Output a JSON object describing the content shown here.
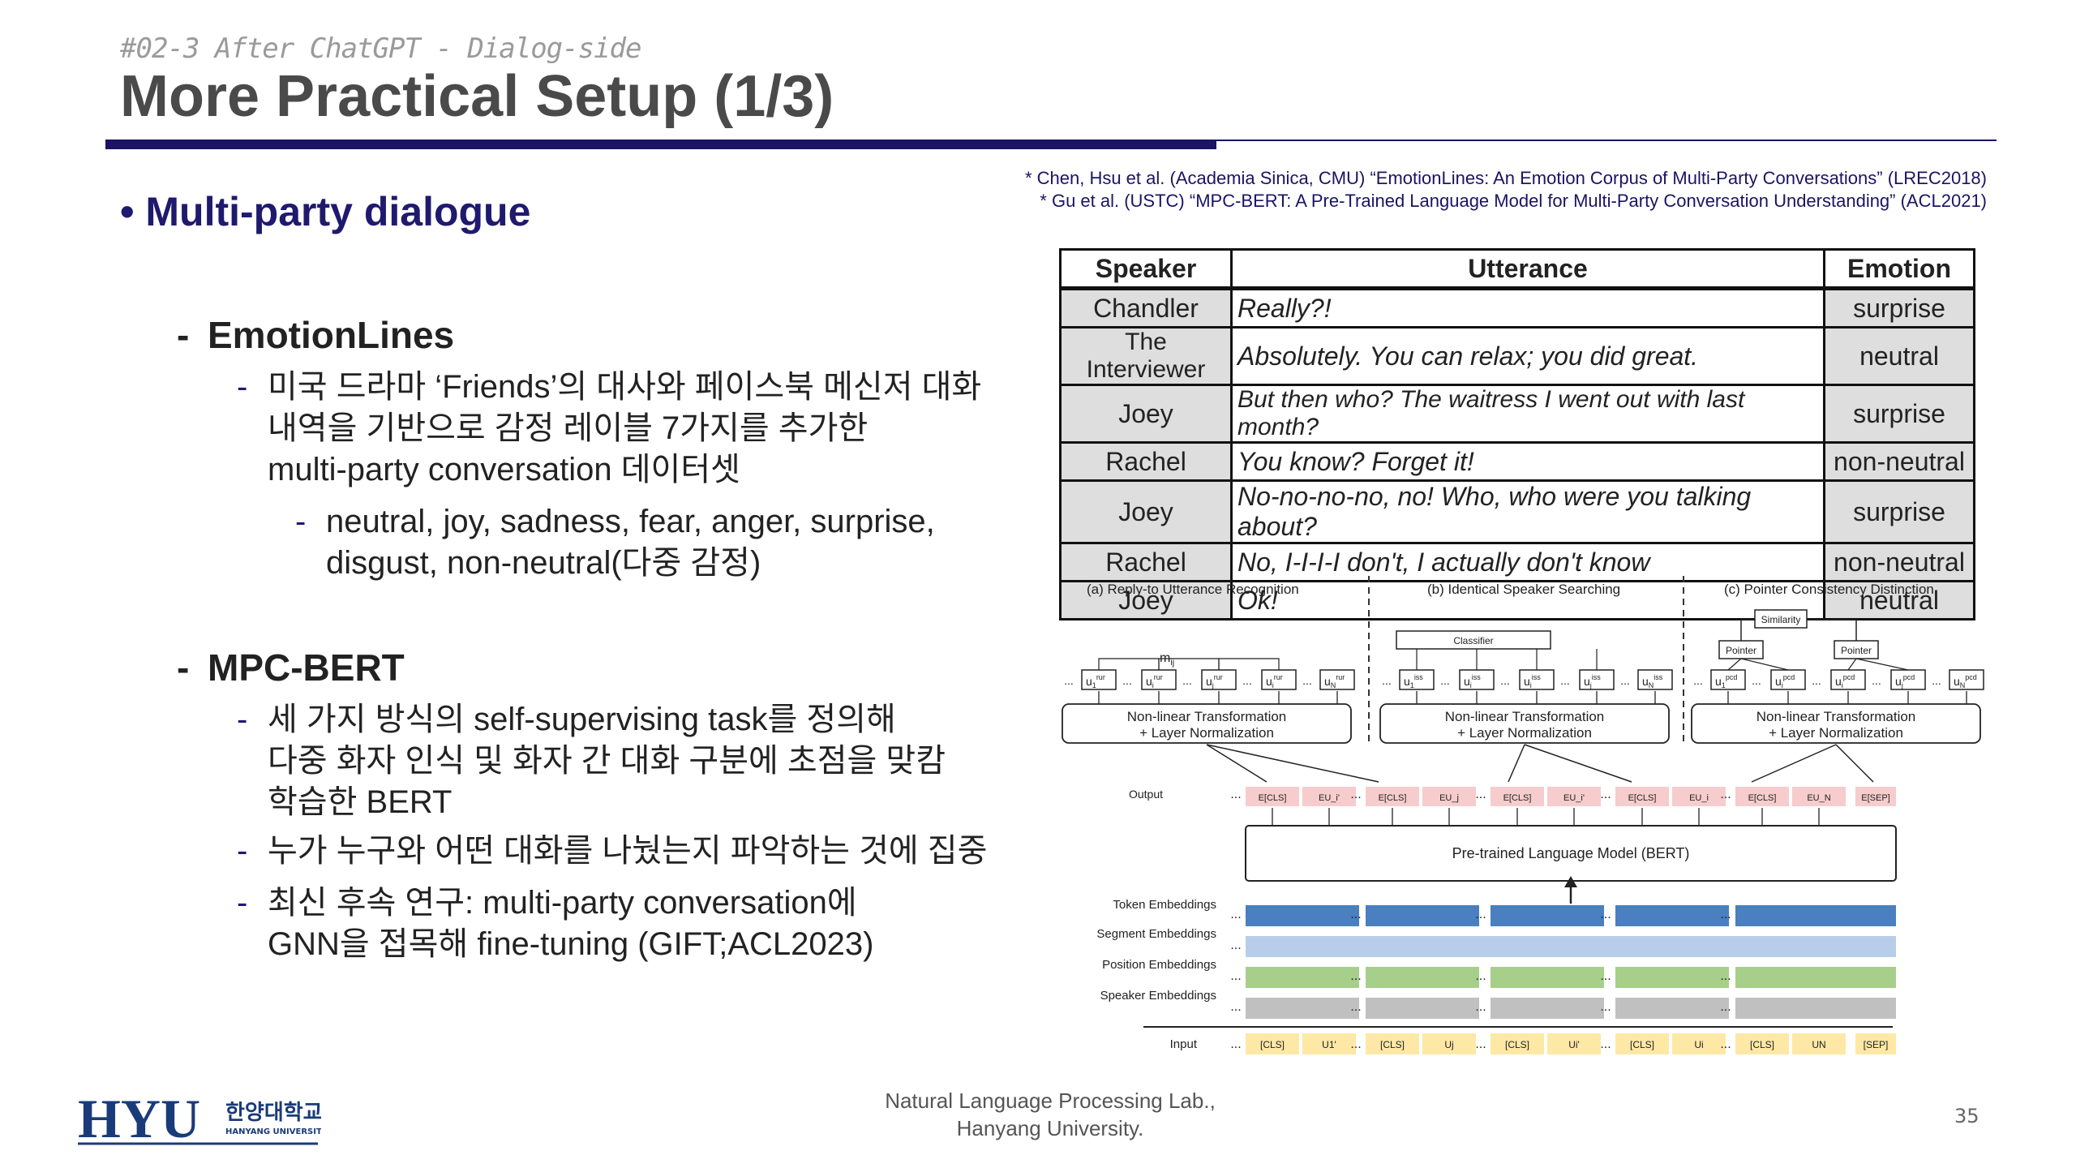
{
  "header": {
    "section_label": "#02-3 After ChatGPT - Dialog-side",
    "title": "More Practical Setup (1/3)"
  },
  "references": [
    "* Chen, Hsu et al. (Academia Sinica, CMU) “EmotionLines: An Emotion Corpus of Multi-Party Conversations” (LREC2018)",
    "* Gu et al. (USTC) “MPC-BERT: A Pre-Trained Language Model for Multi-Party Conversation Understanding” (ACL2021)"
  ],
  "content": {
    "bullet": "Multi-party dialogue",
    "emotionlines": {
      "heading": "EmotionLines",
      "point1_lines": [
        "미국 드라마 ‘Friends’의 대사와 페이스북 메신저 대화",
        "내역을 기반으로 감정 레이블 7가지를 추가한",
        "multi-party conversation 데이터셋"
      ],
      "subpoint_lines": [
        "neutral, joy, sadness, fear, anger, surprise,",
        "disgust, non-neutral(다중 감정)"
      ]
    },
    "mpcbert": {
      "heading": "MPC-BERT",
      "point1_lines": [
        "세 가지 방식의 self-supervising task를 정의해",
        "다중 화자 인식 및 화자 간 대화 구분에 초점을 맞캄",
        "학습한 BERT"
      ],
      "point2": "누가 누구와 어떤 대화를 나눴는지 파악하는 것에 집중",
      "point3_lines": [
        "최신 후속 연구: multi-party conversation에",
        "GNN을 접목해 fine-tuning (GIFT;ACL2023)"
      ]
    }
  },
  "table": {
    "headers": [
      "Speaker",
      "Utterance",
      "Emotion"
    ],
    "rows": [
      [
        "Chandler",
        "Really?!",
        "surprise"
      ],
      [
        "The Interviewer",
        "Absolutely. You can relax; you did great.",
        "neutral"
      ],
      [
        "Joey",
        "But then who? The waitress I went out with last month?",
        "surprise"
      ],
      [
        "Rachel",
        "You know? Forget it!",
        "non-neutral"
      ],
      [
        "Joey",
        "No-no-no-no, no! Who, who were you talking about?",
        "surprise"
      ],
      [
        "Rachel",
        "No, I-I-I-I don't, I actually don't know",
        "non-neutral"
      ],
      [
        "Joey",
        "Ok!",
        "neutral"
      ]
    ]
  },
  "diagram": {
    "panel_a": "(a) Reply-to Utterance Recognition",
    "panel_b": "(b) Identical Speaker Searching",
    "panel_c": "(c) Pointer Consistency Distinction",
    "classifier": "Classifier",
    "similarity": "Similarity",
    "pointer": "Pointer",
    "nonlinear_line1": "Non-linear Transformation",
    "nonlinear_line2": "+ Layer Normalization",
    "output_label": "Output",
    "plm": "Pre-trained Language Model (BERT)",
    "token_emb": "Token\nEmbeddings",
    "segment_emb": "Segment\nEmbeddings",
    "position_emb": "Position\nEmbeddings",
    "speaker_emb": "Speaker\nEmbeddings",
    "input_label": "Input",
    "cls": "[CLS]",
    "sep": "[SEP]",
    "ellipsis": "...",
    "m_ij": "m",
    "m_ij_sub": "ij",
    "rur_boxes": [
      "u",
      "u",
      "u",
      "u",
      "u"
    ],
    "rur_subs": [
      "1",
      "i",
      "j",
      "i",
      "N"
    ],
    "rur_sups": [
      "rur",
      "rur",
      "rur",
      "rur",
      "rur"
    ],
    "iss_subs": [
      "1",
      "i",
      "i",
      "j",
      "N"
    ],
    "iss_sups": [
      "iss",
      "iss",
      "iss",
      "iss",
      "iss"
    ],
    "pcd_subs": [
      "1",
      "i",
      "i",
      "j",
      "N"
    ],
    "pcd_sups": [
      "pcd",
      "pcd",
      "pcd",
      "pcd",
      "pcd"
    ],
    "output_cells": [
      "E[CLS]",
      "EU_i'",
      "E[CLS]",
      "EU_j",
      "E[CLS]",
      "EU_i'",
      "E[CLS]",
      "EU_i",
      "E[CLS]",
      "EU_N",
      "E[SEP]"
    ],
    "input_cells": [
      "[CLS]",
      "U1'",
      "[CLS]",
      "Uj",
      "[CLS]",
      "Ui'",
      "[CLS]",
      "Ui",
      "[CLS]",
      "UN",
      "[SEP]"
    ]
  },
  "footer": {
    "logo_text": "HYU",
    "logo_kor": "한양대학교",
    "logo_eng": "HANYANG UNIVERSITY",
    "lab_line1": "Natural Language Processing Lab.,",
    "lab_line2": "Hanyang University.",
    "page": "35"
  },
  "colors": {
    "navy": "#1a1464",
    "token_blue": "#4a7fc0",
    "segment_lightblue": "#b7cdea",
    "position_green": "#a6cf8a",
    "speaker_gray": "#c0c0c0",
    "output_pink": "#f6cccc",
    "input_yellow": "#fde8a6"
  }
}
